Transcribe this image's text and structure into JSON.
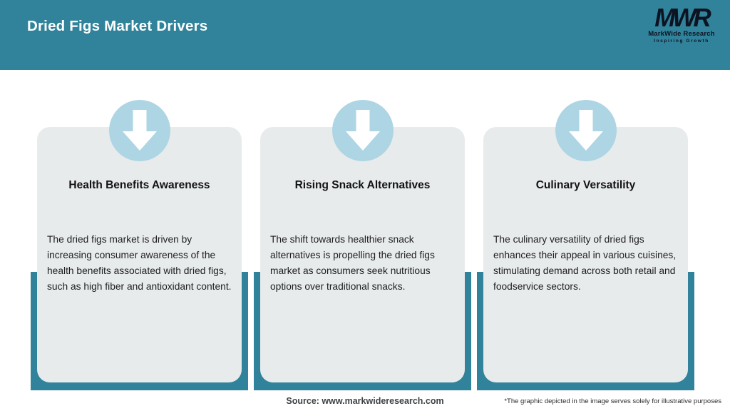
{
  "header": {
    "title": "Dried Figs Market Drivers",
    "logo": {
      "monogram": "MWR",
      "name": "MarkWide Research",
      "tagline": "Inspiring Growth"
    }
  },
  "cards": [
    {
      "icon": "down-arrow-icon",
      "title": "Health Benefits Awareness",
      "description": "The dried figs market is driven by increasing consumer awareness of the health benefits associated with dried figs, such as high fiber and antioxidant content."
    },
    {
      "icon": "down-arrow-icon",
      "title": "Rising Snack Alternatives",
      "description": "The shift towards healthier snack alternatives is propelling the dried figs market as consumers seek nutritious options over traditional snacks."
    },
    {
      "icon": "down-arrow-icon",
      "title": "Culinary Versatility",
      "description": "The culinary versatility of dried figs enhances their appeal in various cuisines, stimulating demand across both retail and foodservice sectors."
    }
  ],
  "footer": {
    "source": "Source: www.markwideresearch.com",
    "disclaimer": "*The graphic depicted in the image serves solely for illustrative purposes"
  },
  "colors": {
    "teal": "#30839a",
    "card_background": "#e8ebec",
    "icon_circle_blue": "#aed5e3",
    "arrow_white": "#ffffff",
    "logo_dark": "#0e1322",
    "text_dark": "#1e1e1e"
  }
}
